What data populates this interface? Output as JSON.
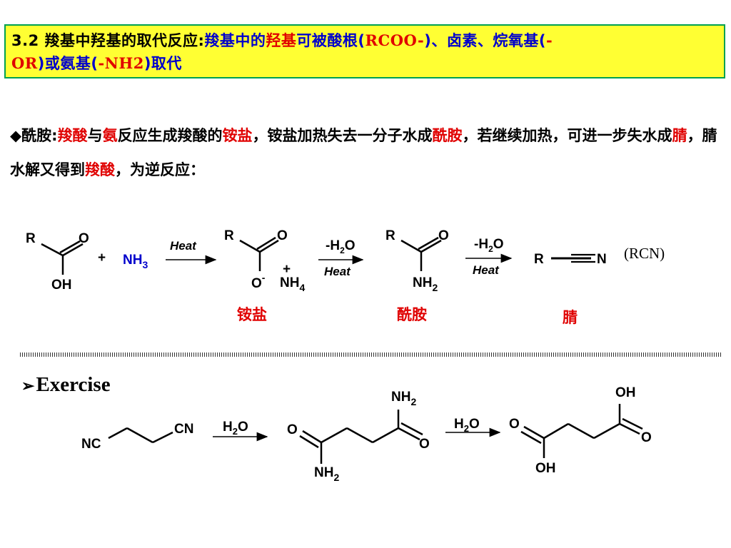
{
  "title": {
    "prefix": "3.2 羧基中羟基的取代反应:",
    "part1": "羧基中的",
    "hl1": "羟基",
    "part2": "可被酸根(",
    "rcoo": "RCOO-",
    "part3": ")、卤素、烷氧基(",
    "or_start": "-",
    "or": "OR",
    "part4": ")或氨基(",
    "nh2": "-NH2",
    "part5": ")取代"
  },
  "intro": {
    "bullet": "◆",
    "lead": "酰胺:",
    "w1": "羧酸",
    "t1": "与",
    "w2": "氨",
    "t2": "反应生成羧酸的",
    "w3": "铵盐",
    "t3": "，铵盐加热失去一分子水成",
    "w4": "酰胺",
    "t4": "，若继续加热，可进一步失水成",
    "w5": "腈",
    "t5": "，腈水解又得到",
    "w6": "羧酸",
    "t6": "，为逆反应："
  },
  "scheme1": {
    "acid": {
      "r": "R",
      "o": "O",
      "oh": "OH"
    },
    "plus": "+",
    "nh3": "NH",
    "nh3_sub": "3",
    "arrow1_label": "Heat",
    "salt": {
      "r": "R",
      "o": "O",
      "o_minus": "O",
      "minus": "-",
      "plus": "+",
      "nh4": "NH",
      "nh4_sub": "4"
    },
    "arrow2_top": "-H",
    "arrow2_sub": "2",
    "arrow2_o": "O",
    "arrow2_label": "Heat",
    "amide": {
      "r": "R",
      "o": "O",
      "nh2": "NH",
      "nh2_sub": "2"
    },
    "arrow3_top": "-H",
    "arrow3_sub": "2",
    "arrow3_o": "O",
    "arrow3_label": "Heat",
    "nitrile": {
      "r": "R",
      "n": "N"
    },
    "rcn": "(RCN)",
    "name_salt": "铵盐",
    "name_amide": "酰胺",
    "name_nitrile": "腈"
  },
  "exercise": {
    "marker": "➢",
    "title": "Exercise",
    "dinitrile": {
      "nc": "NC",
      "cn": "CN"
    },
    "arrow1_h": "H",
    "arrow1_sub": "2",
    "arrow1_o": "O",
    "diamide": {
      "o_left": "O",
      "nh2_bottom": "NH",
      "nh2_bottom_sub": "2",
      "nh2_top": "NH",
      "nh2_top_sub": "2",
      "o_right": "O"
    },
    "arrow2_h": "H",
    "arrow2_sub": "2",
    "arrow2_o": "O",
    "diacid": {
      "o_left": "O",
      "oh_bottom": "OH",
      "oh_top": "OH",
      "o_right": "O"
    }
  },
  "colors": {
    "banner": "#ffff33",
    "banner_border": "#00a050",
    "blue": "#0000cc",
    "red": "#e00000"
  }
}
